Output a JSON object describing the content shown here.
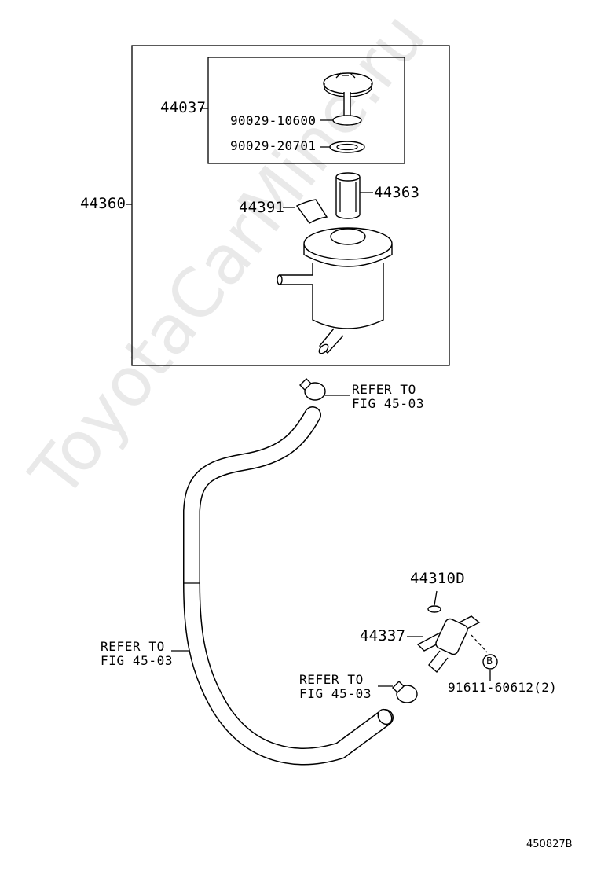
{
  "watermark": "ToyotaCarMine.ru",
  "document_id": "450827B",
  "parts": {
    "reservoir_assembly": "44360",
    "cap_assembly": "44037",
    "gasket_a": "90029-10600",
    "gasket_b": "90029-20701",
    "strainer": "44363",
    "label": "44391",
    "plug": "44310D",
    "union": "44337",
    "bolt": "91611-60612(2)"
  },
  "callouts": {
    "bolt_marker": "B",
    "ref_top": {
      "line1": "REFER TO",
      "line2": "FIG 45-03"
    },
    "ref_left": {
      "line1": "REFER TO",
      "line2": "FIG 45-03"
    },
    "ref_bottom": {
      "line1": "REFER TO",
      "line2": "FIG 45-03"
    }
  }
}
